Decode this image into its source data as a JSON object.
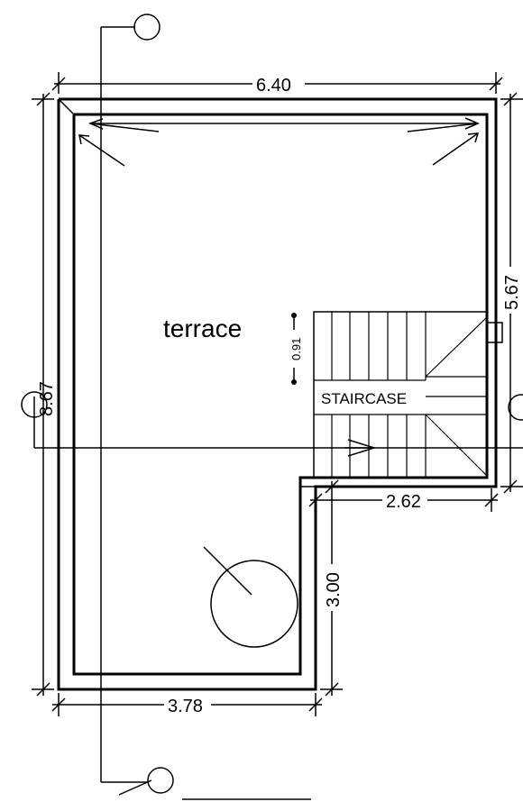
{
  "labels": {
    "room": "terrace",
    "staircase": "STAIRCASE"
  },
  "dimensions": {
    "top_width": "6.40",
    "left_height": "8.67",
    "right_height": "5.67",
    "stair_width": "2.62",
    "bottom_right_height": "3.00",
    "bottom_width": "3.78",
    "small_spacing": "0.91"
  },
  "colors": {
    "line": "#000000",
    "background": "#ffffff"
  }
}
